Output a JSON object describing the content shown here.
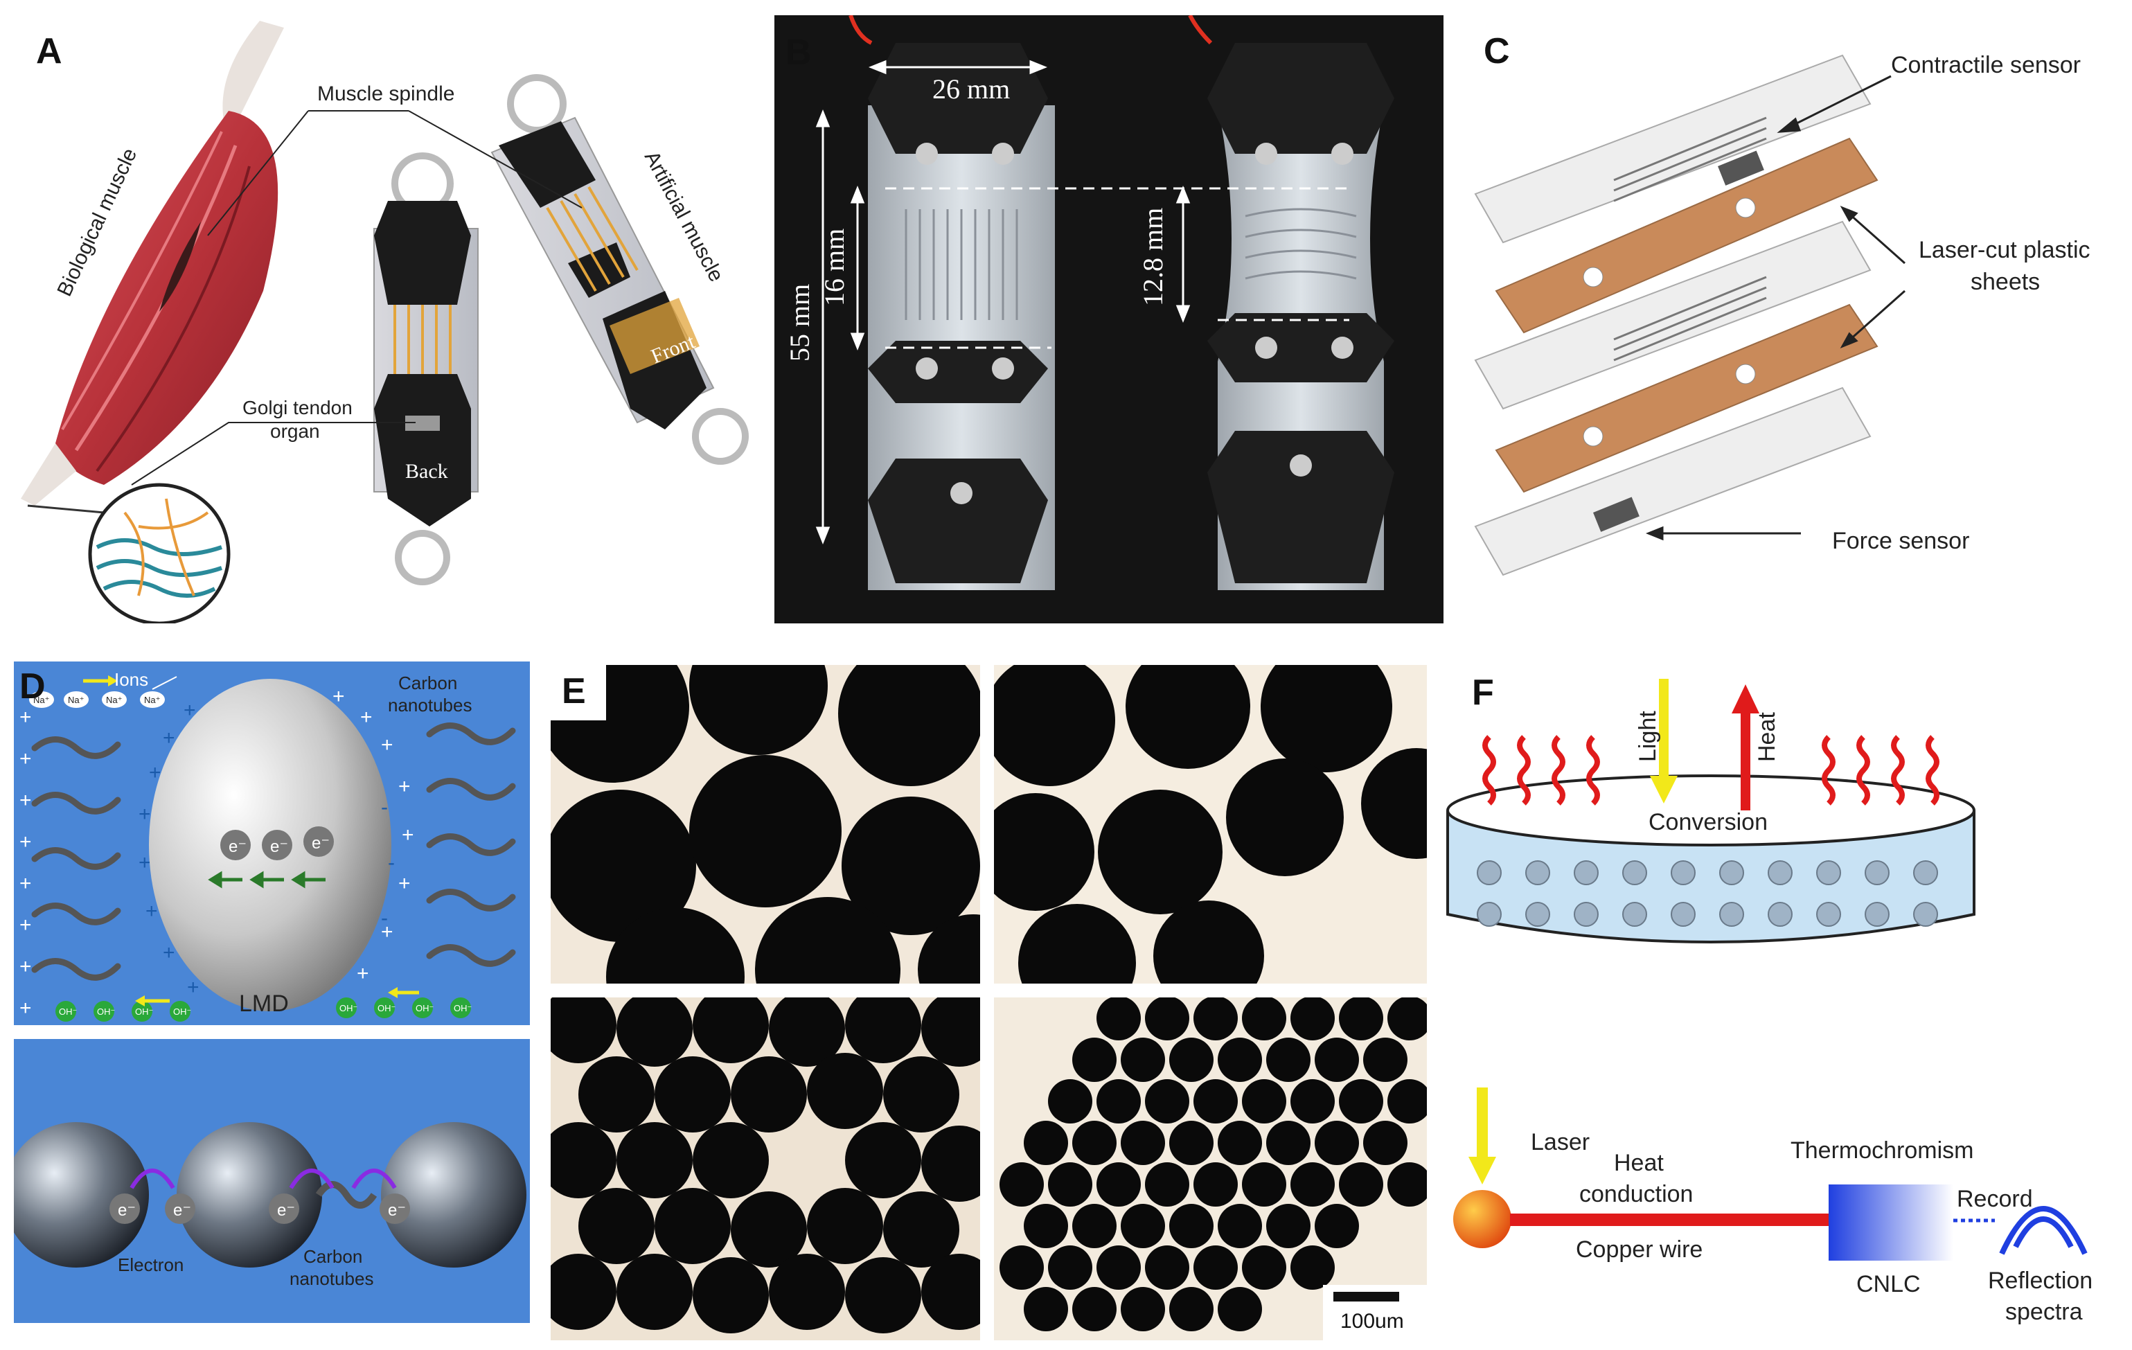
{
  "panels": {
    "A": {
      "label": "A",
      "muscle_spindle": "Muscle spindle",
      "biological_muscle": "Biological muscle",
      "artificial_muscle": "Artificial muscle",
      "golgi_line1": "Golgi tendon",
      "golgi_line2": "organ",
      "front": "Front",
      "back": "Back"
    },
    "B": {
      "label": "B",
      "width": "26 mm",
      "height": "55 mm",
      "gap": "16 mm",
      "gap_stretched": "12.8 mm"
    },
    "C": {
      "label": "C",
      "contractile": "Contractile sensor",
      "laser_line1": "Laser-cut plastic",
      "laser_line2": "sheets",
      "force": "Force sensor"
    },
    "D": {
      "label": "D",
      "ions": "Ions",
      "cnt_line1": "Carbon",
      "cnt_line2": "nanotubes",
      "na": "Na⁺",
      "oh": "OH⁻",
      "electron_sym": "e⁻",
      "lmd": "LMD",
      "electron": "Electron",
      "cnt2_line1": "Carbon",
      "cnt2_line2": "nanotubes"
    },
    "E": {
      "label": "E",
      "scale": "100um"
    },
    "F": {
      "label": "F",
      "light": "Light",
      "heat": "Heat",
      "conversion": "Conversion",
      "laser": "Laser",
      "heat_cond_line1": "Heat",
      "heat_cond_line2": "conduction",
      "thermo": "Thermochromism",
      "record": "Record",
      "copper": "Copper wire",
      "cnlc": "CNLC",
      "refl_line1": "Reflection",
      "refl_line2": "spectra"
    }
  },
  "colors": {
    "muscle_red": "#b8323a",
    "device_black": "#1b1b1b",
    "gold_trace": "#e2a43b",
    "sheet_orange": "#c98a5a",
    "panel_blue": "#4a86d6",
    "heat_red": "#e01b1b",
    "light_yellow": "#f2e81a",
    "cnlc_blue": "#1f3fe0"
  }
}
